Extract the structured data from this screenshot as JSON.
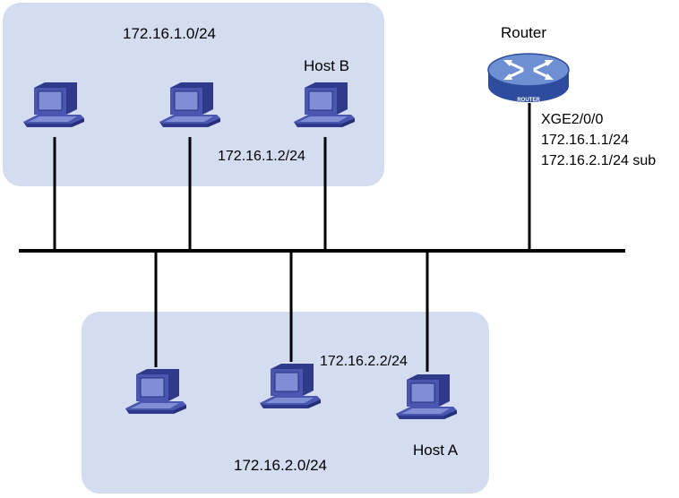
{
  "subnets": {
    "upper": {
      "label": "172.16.1.0/24"
    },
    "lower": {
      "label": "172.16.2.0/24"
    }
  },
  "router": {
    "name": "Router",
    "badge": "ROUTER",
    "interface": "XGE2/0/0",
    "primary_ip": "172.16.1.1/24",
    "secondary_ip": "172.16.2.1/24 sub"
  },
  "host_b": {
    "name": "Host B",
    "ip": "172.16.1.2/24"
  },
  "host_a": {
    "name": "Host A",
    "ip": "172.16.2.2/24"
  },
  "colors": {
    "subnet_fill": "#d4dcef",
    "pc_dark": "#2f3a8a",
    "pc_mid": "#4a57b0",
    "pc_light": "#7f8fd6",
    "router_body": "#2d4c9e",
    "router_top": "#6f8fd3",
    "line": "#000000"
  },
  "icons": [
    "pc-icon",
    "router-icon"
  ]
}
